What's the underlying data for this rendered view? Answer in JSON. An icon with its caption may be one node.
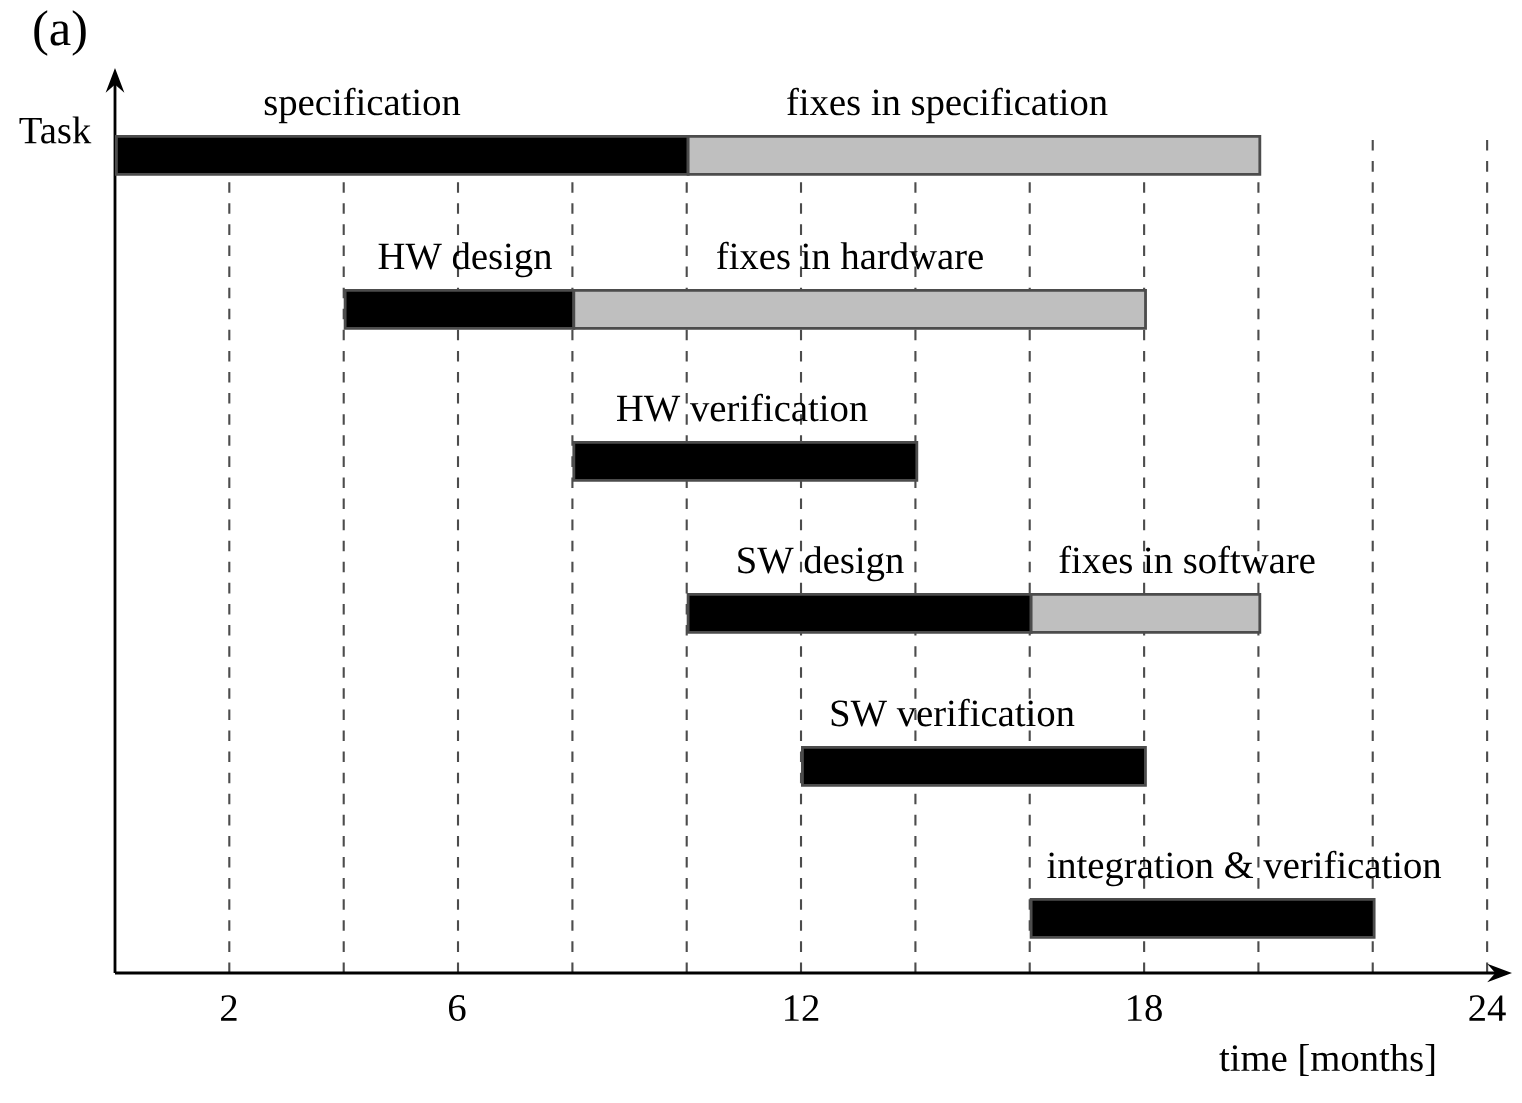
{
  "diagram": {
    "nodes": [
      {
        "text": [
          "specification"
        ]
      },
      {
        "text": [
          "fixes in specification"
        ]
      },
      {
        "text": [
          "HW design"
        ]
      },
      {
        "text": [
          "fixes in hardware"
        ]
      },
      {
        "text": [
          "HW verification"
        ]
      },
      {
        "text": [
          "SW design"
        ]
      },
      {
        "text": [
          "fixes in software"
        ]
      },
      {
        "text": [
          "SW verification"
        ]
      },
      {
        "text": [
          "integration & verification"
        ]
      }
    ],
    "edges": [],
    "labels": [
      "(a)",
      "Task",
      "2",
      "6",
      "12",
      "18",
      "24",
      "time [months]"
    ]
  }
}
